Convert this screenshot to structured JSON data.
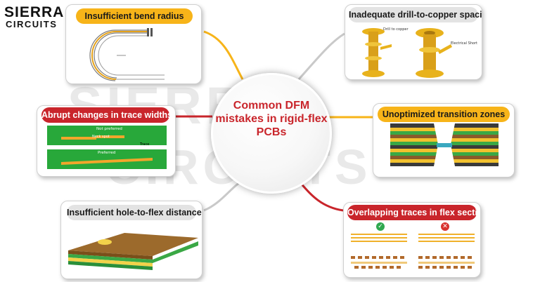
{
  "logo": {
    "line1": "SIERRA",
    "line2": "CIRCUITS"
  },
  "watermark": {
    "line1": "SIERRA",
    "line2": "CIRCUITS"
  },
  "center": {
    "title": "Common DFM mistakes in rigid-flex PCBs"
  },
  "panels": {
    "bend": {
      "title": "Insufficient bend radius"
    },
    "trace": {
      "title": "Abrupt changes in trace widths",
      "not_preferred": "Not preferred",
      "neck": "Neck spot",
      "trace": "Trace",
      "preferred": "Preferred"
    },
    "hole": {
      "title": "Insufficient hole-to-flex distance"
    },
    "drill": {
      "title": "Inadequate drill-to-copper spacing",
      "label_drill": "Drill to copper",
      "label_short": "Electrical Short"
    },
    "transition": {
      "title": "Unoptimized transition zones"
    },
    "overlap": {
      "title": "Overlapping traces in flex section",
      "good": "✓",
      "bad": "✕"
    }
  },
  "colors": {
    "accent_red": "#c9252b",
    "accent_yellow": "#f7b419",
    "neutral_gray": "#e3e3e3"
  }
}
